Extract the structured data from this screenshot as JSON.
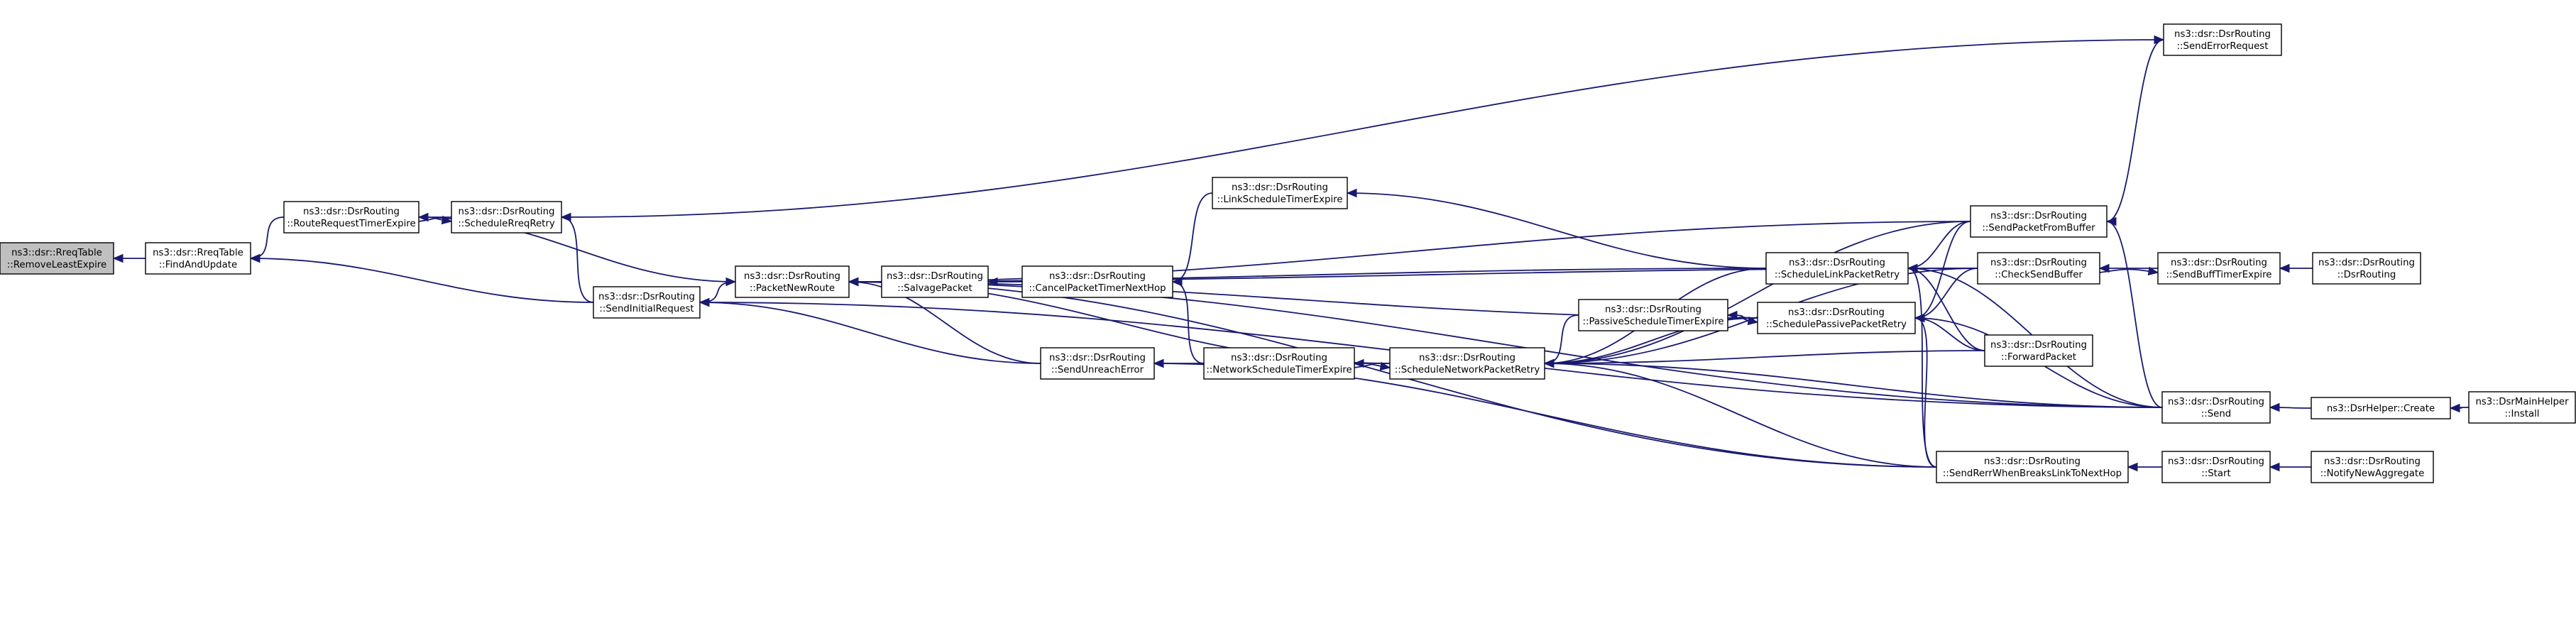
{
  "diagram": {
    "type": "call-graph",
    "colors": {
      "edge": "#191970",
      "root_fill": "#bfbfbf",
      "node_fill": "#ffffff",
      "node_border": "#000000"
    },
    "nodes": [
      {
        "id": "removeleastexpire",
        "lines": [
          "ns3::dsr::RreqTable",
          "::RemoveLeastExpire"
        ],
        "root": true
      },
      {
        "id": "findandupdate",
        "lines": [
          "ns3::dsr::RreqTable",
          "::FindAndUpdate"
        ]
      },
      {
        "id": "routerequesttimerexpire",
        "lines": [
          "ns3::dsr::DsrRouting",
          "::RouteRequestTimerExpire"
        ]
      },
      {
        "id": "schedulereqretry",
        "lines": [
          "ns3::dsr::DsrRouting",
          "::ScheduleRreqRetry"
        ]
      },
      {
        "id": "sendinitialrequest",
        "lines": [
          "ns3::dsr::DsrRouting",
          "::SendInitialRequest"
        ]
      },
      {
        "id": "packetnewroute",
        "lines": [
          "ns3::dsr::DsrRouting",
          "::PacketNewRoute"
        ]
      },
      {
        "id": "salvagepacket",
        "lines": [
          "ns3::dsr::DsrRouting",
          "::SalvagePacket"
        ]
      },
      {
        "id": "cancelpackettimernexthop",
        "lines": [
          "ns3::dsr::DsrRouting",
          "::CancelPacketTimerNextHop"
        ]
      },
      {
        "id": "linkscheduletimerexpire",
        "lines": [
          "ns3::dsr::DsrRouting",
          "::LinkScheduleTimerExpire"
        ]
      },
      {
        "id": "sendunreacherror",
        "lines": [
          "ns3::dsr::DsrRouting",
          "::SendUnreachError"
        ]
      },
      {
        "id": "networkscheduletimerexpire",
        "lines": [
          "ns3::dsr::DsrRouting",
          "::NetworkScheduleTimerExpire"
        ]
      },
      {
        "id": "schedulenetworkpacketretry",
        "lines": [
          "ns3::dsr::DsrRouting",
          "::ScheduleNetworkPacketRetry"
        ]
      },
      {
        "id": "passivescheduletimerexpire",
        "lines": [
          "ns3::dsr::DsrRouting",
          "::PassiveScheduleTimerExpire"
        ]
      },
      {
        "id": "schedulelinkpacketretry",
        "lines": [
          "ns3::dsr::DsrRouting",
          "::ScheduleLinkPacketRetry"
        ]
      },
      {
        "id": "schedulepassivepacketretry",
        "lines": [
          "ns3::dsr::DsrRouting",
          "::SchedulePassivePacketRetry"
        ]
      },
      {
        "id": "sendpacketfrombuffer",
        "lines": [
          "ns3::dsr::DsrRouting",
          "::SendPacketFromBuffer"
        ]
      },
      {
        "id": "checksendbuffer",
        "lines": [
          "ns3::dsr::DsrRouting",
          "::CheckSendBuffer"
        ]
      },
      {
        "id": "forwardpacket",
        "lines": [
          "ns3::dsr::DsrRouting",
          "::ForwardPacket"
        ]
      },
      {
        "id": "senderrorrequest",
        "lines": [
          "ns3::dsr::DsrRouting",
          "::SendErrorRequest"
        ]
      },
      {
        "id": "sendrerrwhenbreakslinktonexthop",
        "lines": [
          "ns3::dsr::DsrRouting",
          "::SendRerrWhenBreaksLinkToNextHop"
        ]
      },
      {
        "id": "sendbufftimerexpire",
        "lines": [
          "ns3::dsr::DsrRouting",
          "::SendBuffTimerExpire"
        ]
      },
      {
        "id": "dsrrouting",
        "lines": [
          "ns3::dsr::DsrRouting",
          "::DsrRouting"
        ]
      },
      {
        "id": "send",
        "lines": [
          "ns3::dsr::DsrRouting",
          "::Send"
        ]
      },
      {
        "id": "start",
        "lines": [
          "ns3::dsr::DsrRouting",
          "::Start"
        ]
      },
      {
        "id": "dsrhelpercreate",
        "lines": [
          "ns3::DsrHelper::Create"
        ]
      },
      {
        "id": "notifynewaggregate",
        "lines": [
          "ns3::dsr::DsrRouting",
          "::NotifyNewAggregate"
        ]
      },
      {
        "id": "dsrmainhelperinstall",
        "lines": [
          "ns3::DsrMainHelper",
          "::Install"
        ]
      }
    ],
    "edges": [
      [
        "findandupdate",
        "removeleastexpire"
      ],
      [
        "routerequesttimerexpire",
        "findandupdate"
      ],
      [
        "sendinitialrequest",
        "findandupdate"
      ],
      [
        "schedulereqretry",
        "routerequesttimerexpire"
      ],
      [
        "routerequesttimerexpire",
        "schedulereqretry"
      ],
      [
        "routerequesttimerexpire",
        "packetnewroute"
      ],
      [
        "sendinitialrequest",
        "schedulereqretry"
      ],
      [
        "senderrorrequest",
        "schedulereqretry"
      ],
      [
        "packetnewroute",
        "sendinitialrequest"
      ],
      [
        "sendunreacherror",
        "sendinitialrequest"
      ],
      [
        "send",
        "sendinitialrequest"
      ],
      [
        "salvagepacket",
        "packetnewroute"
      ],
      [
        "sendunreacherror",
        "packetnewroute"
      ],
      [
        "schedulenetworkpacketretry",
        "packetnewroute"
      ],
      [
        "schedulelinkpacketretry",
        "packetnewroute"
      ],
      [
        "schedulepassivepacketretry",
        "packetnewroute"
      ],
      [
        "sendpacketfrombuffer",
        "packetnewroute"
      ],
      [
        "checksendbuffer",
        "packetnewroute"
      ],
      [
        "sendrerrwhenbreakslinktonexthop",
        "packetnewroute"
      ],
      [
        "send",
        "packetnewroute"
      ],
      [
        "cancelpackettimernexthop",
        "salvagepacket"
      ],
      [
        "linkscheduletimerexpire",
        "cancelpackettimernexthop"
      ],
      [
        "networkscheduletimerexpire",
        "cancelpackettimernexthop"
      ],
      [
        "schedulelinkpacketretry",
        "linkscheduletimerexpire"
      ],
      [
        "networkscheduletimerexpire",
        "sendunreacherror"
      ],
      [
        "sendrerrwhenbreakslinktonexthop",
        "sendunreacherror"
      ],
      [
        "schedulenetworkpacketretry",
        "networkscheduletimerexpire"
      ],
      [
        "networkscheduletimerexpire",
        "schedulenetworkpacketretry"
      ],
      [
        "passivescheduletimerexpire",
        "schedulenetworkpacketretry"
      ],
      [
        "schedulelinkpacketretry",
        "schedulenetworkpacketretry"
      ],
      [
        "schedulepassivepacketretry",
        "schedulenetworkpacketretry"
      ],
      [
        "sendpacketfrombuffer",
        "schedulenetworkpacketretry"
      ],
      [
        "checksendbuffer",
        "schedulenetworkpacketretry"
      ],
      [
        "forwardpacket",
        "schedulenetworkpacketretry"
      ],
      [
        "sendrerrwhenbreakslinktonexthop",
        "schedulenetworkpacketretry"
      ],
      [
        "send",
        "schedulenetworkpacketretry"
      ],
      [
        "schedulepassivepacketretry",
        "passivescheduletimerexpire"
      ],
      [
        "passivescheduletimerexpire",
        "schedulepassivepacketretry"
      ],
      [
        "sendpacketfrombuffer",
        "schedulelinkpacketretry"
      ],
      [
        "checksendbuffer",
        "schedulelinkpacketretry"
      ],
      [
        "forwardpacket",
        "schedulelinkpacketretry"
      ],
      [
        "sendrerrwhenbreakslinktonexthop",
        "schedulelinkpacketretry"
      ],
      [
        "send",
        "schedulelinkpacketretry"
      ],
      [
        "sendpacketfrombuffer",
        "schedulepassivepacketretry"
      ],
      [
        "checksendbuffer",
        "schedulepassivepacketretry"
      ],
      [
        "forwardpacket",
        "schedulepassivepacketretry"
      ],
      [
        "sendrerrwhenbreakslinktonexthop",
        "schedulepassivepacketretry"
      ],
      [
        "send",
        "schedulepassivepacketretry"
      ],
      [
        "sendpacketfrombuffer",
        "senderrorrequest"
      ],
      [
        "send",
        "sendpacketfrombuffer"
      ],
      [
        "sendbufftimerexpire",
        "checksendbuffer"
      ],
      [
        "checksendbuffer",
        "sendbufftimerexpire"
      ],
      [
        "dsrrouting",
        "sendbufftimerexpire"
      ],
      [
        "dsrhelpercreate",
        "send"
      ],
      [
        "start",
        "sendrerrwhenbreakslinktonexthop"
      ],
      [
        "notifynewaggregate",
        "start"
      ],
      [
        "dsrmainhelperinstall",
        "dsrhelpercreate"
      ]
    ]
  }
}
